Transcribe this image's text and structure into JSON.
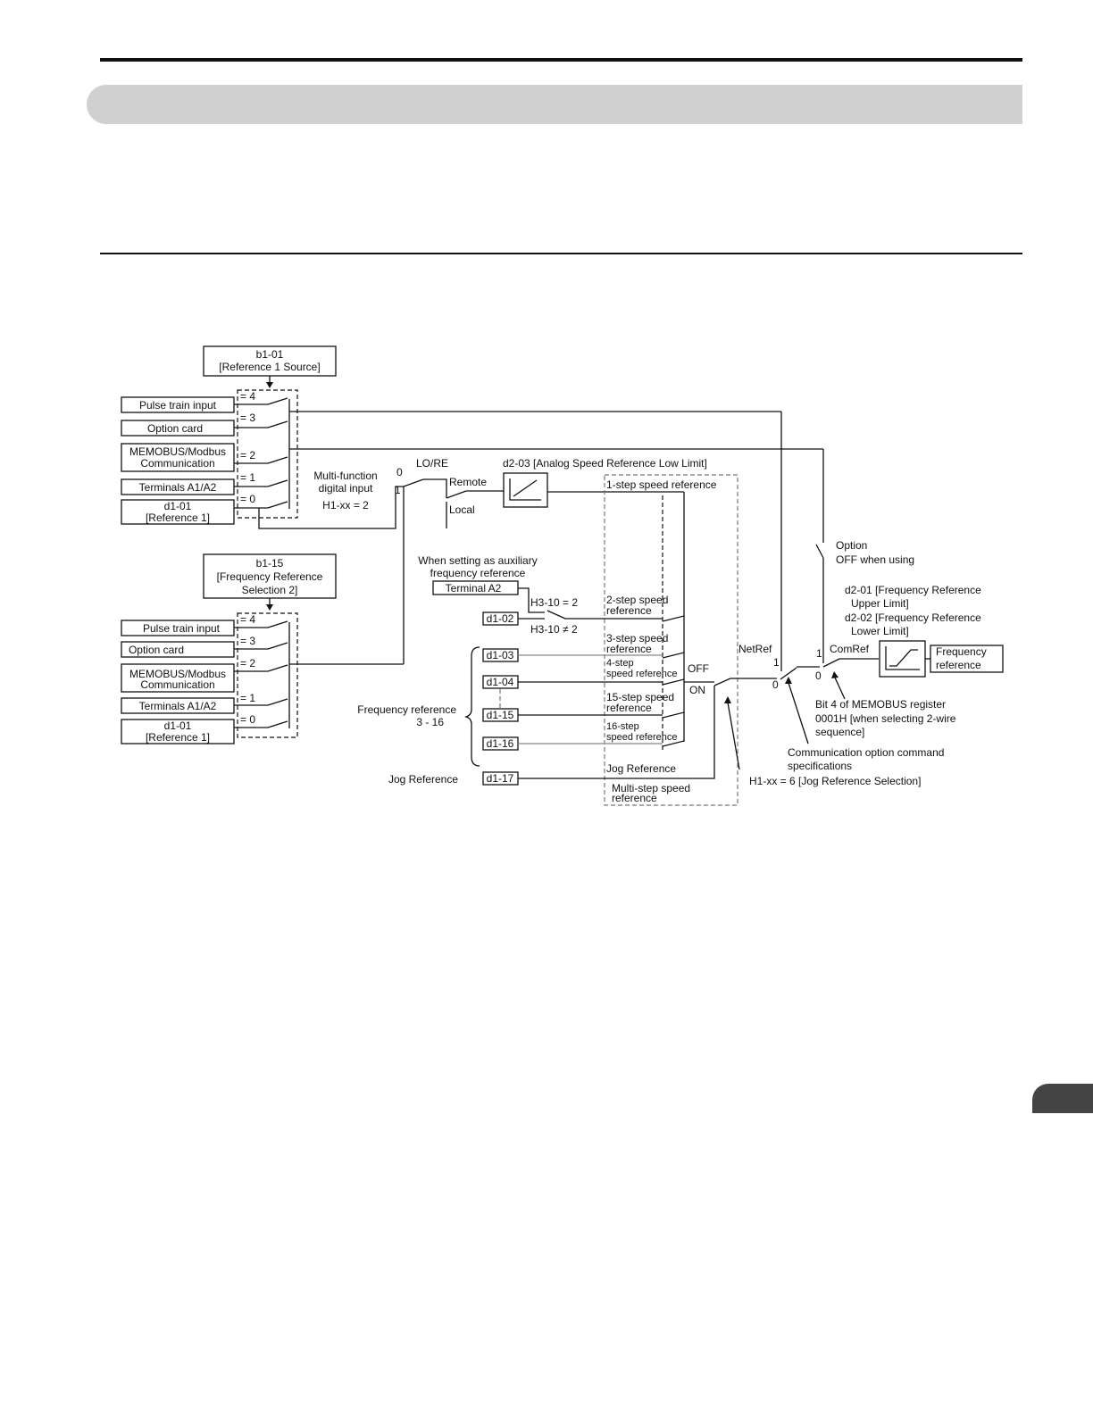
{
  "diagram": {
    "b101": {
      "line1": "b1-01",
      "line2": "[Reference 1 Source]"
    },
    "b115": {
      "line1": "b1-15",
      "line2": "[Frequency Reference",
      "line3": "Selection 2]"
    },
    "sources": {
      "pulse": "Pulse train input",
      "option": "Option card",
      "memobus1": "MEMOBUS/Modbus",
      "memobus2": "Communication",
      "terminals": "Terminals A1/A2",
      "d101a": "d1-01",
      "d101b": "[Reference 1]"
    },
    "eq": {
      "e4": "= 4",
      "e3": "= 3",
      "e2": "= 2",
      "e1": "= 1",
      "e0": "= 0"
    },
    "mfdi": {
      "line1": "Multi-function",
      "line2": "digital input",
      "line3": "H1-xx = 2",
      "zero": "0",
      "one": "1"
    },
    "lore": {
      "label": "LO/RE",
      "remote": "Remote",
      "local": "Local"
    },
    "d203": "d2-03 [Analog Speed Reference Low Limit]",
    "aux": {
      "line1": "When setting as auxiliary",
      "line2": "frequency reference",
      "terminal_a2": "Terminal A2",
      "h310eq": "H3-10 = 2",
      "h310ne": "H3-10 ≠ 2"
    },
    "params": {
      "d102": "d1-02",
      "d103": "d1-03",
      "d104": "d1-04",
      "d115": "d1-15",
      "d116": "d1-16",
      "d117": "d1-17"
    },
    "steps": {
      "s1": "1-step speed reference",
      "s2a": "2-step speed",
      "s2b": "reference",
      "s3a": "3-step speed",
      "s3b": "reference",
      "s4a": "4-step",
      "s4b": "speed reference",
      "s15a": "15-step speed",
      "s15b": "reference",
      "s16a": "16-step",
      "s16b": "speed reference",
      "jog": "Jog Reference",
      "multi_a": "Multi-step speed",
      "multi_b": "reference"
    },
    "freqref": {
      "line1": "Frequency reference",
      "line2": "3 - 16"
    },
    "jog_left": "Jog Reference",
    "offon": {
      "off": "OFF",
      "on": "ON"
    },
    "netref": {
      "label": "NetRef",
      "one": "1",
      "zero": "0"
    },
    "comref": {
      "label": "ComRef",
      "one": "1",
      "zero": "0"
    },
    "option_note": {
      "line1": "Option",
      "line2": "OFF when using"
    },
    "limits": {
      "l1": "d2-01 [Frequency Reference",
      "l2": "Upper Limit]",
      "l3": "d2-02 [Frequency Reference",
      "l4": "Lower Limit]"
    },
    "output": {
      "line1": "Frequency",
      "line2": "reference"
    },
    "bit4": {
      "l1": "Bit 4 of MEMOBUS register",
      "l2": "0001H [when selecting 2-wire",
      "l3": "sequence]"
    },
    "comm": {
      "l1": "Communication option command",
      "l2": "specifications"
    },
    "h1jog": "H1-xx = 6 [Jog Reference Selection]"
  }
}
